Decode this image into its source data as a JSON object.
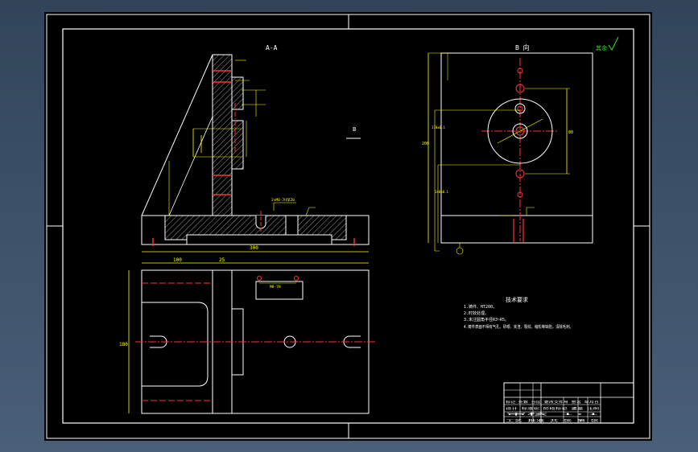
{
  "drawing": {
    "background": "#000000",
    "colors": {
      "outline": "#ffffff",
      "dimension": "#ffff00",
      "center": "#ff3030",
      "hatch": "#ffffff",
      "frame": "#ffffff",
      "check": "#33dd33"
    },
    "view_labels": {
      "section_view": "A-A",
      "side_view": "B 向",
      "view_marker": "B"
    },
    "roughness": {
      "label": "其余",
      "symbol": "√"
    },
    "dimensions": {
      "overall_length": "300",
      "left_part": "100",
      "right_part": "25",
      "height_side": "200",
      "height_upper": "170±0.1",
      "height_lower": "140±0.1",
      "spacing": "80",
      "width_plan": "180"
    },
    "annotations": {
      "bolt_note": "2×M8-7H深20",
      "hole_note": "M8-7H"
    },
    "tech_requirements": {
      "title": "技术要求",
      "items": [
        "1.铸件、HT200。",
        "2.时效处理。",
        "3.未注圆角半径R3~R5。",
        "4.铸件表面不得有气孔、砂眼、夹渣、裂纹、缩松等缺陷，清除毛刺。"
      ]
    },
    "title_block": {
      "rows": [
        [
          "标记",
          "处数",
          "分区",
          "更改文件号",
          "签名",
          "年月日"
        ],
        [
          "设计",
          "",
          "标准化",
          "",
          "阶段标记",
          "重量",
          "比例"
        ],
        [
          "审核",
          "",
          "",
          "",
          "",
          "",
          "1:1"
        ],
        [
          "工艺",
          "",
          "批准",
          "",
          "共  张",
          "第  张"
        ]
      ]
    }
  }
}
